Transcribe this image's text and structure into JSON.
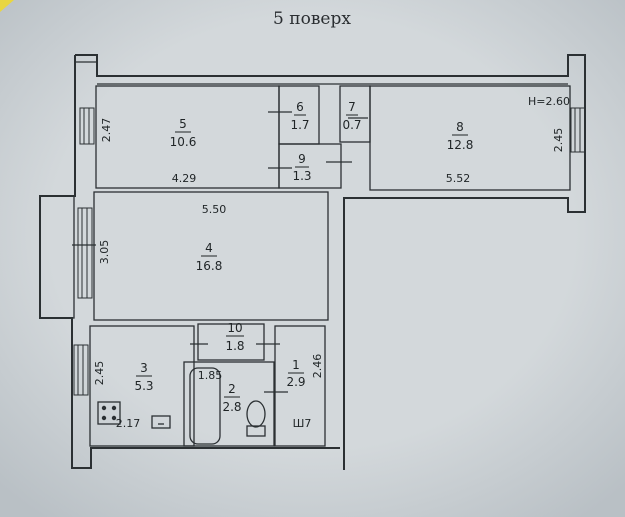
{
  "title": "5 поверх",
  "ceiling_height": "H=2.60",
  "rooms": [
    {
      "id": "5",
      "area": "10.6"
    },
    {
      "id": "6",
      "area": "1.7"
    },
    {
      "id": "7",
      "area": "0.7"
    },
    {
      "id": "8",
      "area": "12.8"
    },
    {
      "id": "9",
      "area": "1.3"
    },
    {
      "id": "4",
      "area": "16.8"
    },
    {
      "id": "10",
      "area": "1.8"
    },
    {
      "id": "3",
      "area": "5.3"
    },
    {
      "id": "2",
      "area": "2.8"
    },
    {
      "id": "1",
      "area": "2.9"
    }
  ],
  "dimensions": {
    "r5_height": "2.47",
    "r5_width": "4.29",
    "r8_width": "5.52",
    "r8_height": "2.45",
    "r4_width": "5.50",
    "r4_height": "3.05",
    "r3_height": "2.45",
    "r3_width": "2.17",
    "r2_width": "1.85",
    "r1_height": "2.46"
  },
  "fixtures": {
    "sh_label": "Ш7"
  }
}
